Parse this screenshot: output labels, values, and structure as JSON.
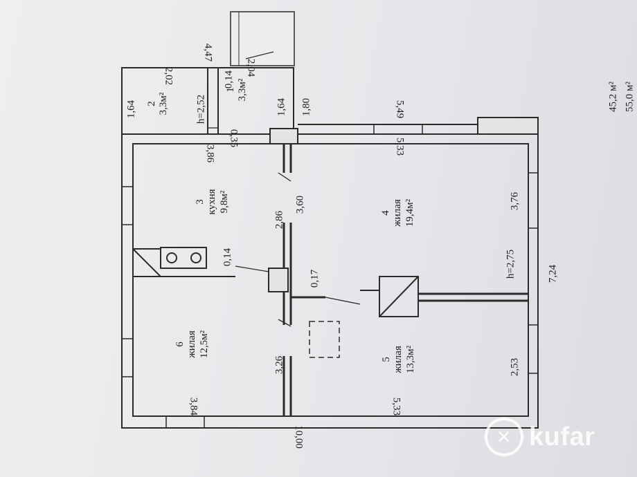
{
  "rooms": [
    {
      "num": "1",
      "type": "",
      "area": "3,3м²"
    },
    {
      "num": "2",
      "type": "",
      "area": "3,3м²"
    },
    {
      "num": "3",
      "type": "кухня",
      "area": "9,8м²"
    },
    {
      "num": "4",
      "type": "жилая",
      "area": "19,4м²"
    },
    {
      "num": "5",
      "type": "жилая",
      "area": "13,3м²"
    },
    {
      "num": "6",
      "type": "жилая",
      "area": "12,5м²"
    }
  ],
  "dimensions": {
    "d447": "4,47",
    "d202": "2,02",
    "d204": "2,04",
    "d014a": "0,14",
    "d164a": "1,64",
    "h252": "h=2,52",
    "d164b": "1,64",
    "d180": "1,80",
    "d035": "0,35",
    "d386": "3,86",
    "d549": "5,49",
    "d533a": "5,33",
    "d286": "2,86",
    "d360": "3,60",
    "d376": "3,76",
    "d014b": "0,14",
    "h275": "h=2,75",
    "d724": "7,24",
    "d017": "0,17",
    "d326": "3,26",
    "d253": "2,53",
    "d384": "3,84",
    "d533b": "5,33",
    "d1000": "10,00"
  },
  "totals": {
    "total": "45,2 м²",
    "total2": "55,0 м²"
  },
  "watermark": "kufar"
}
